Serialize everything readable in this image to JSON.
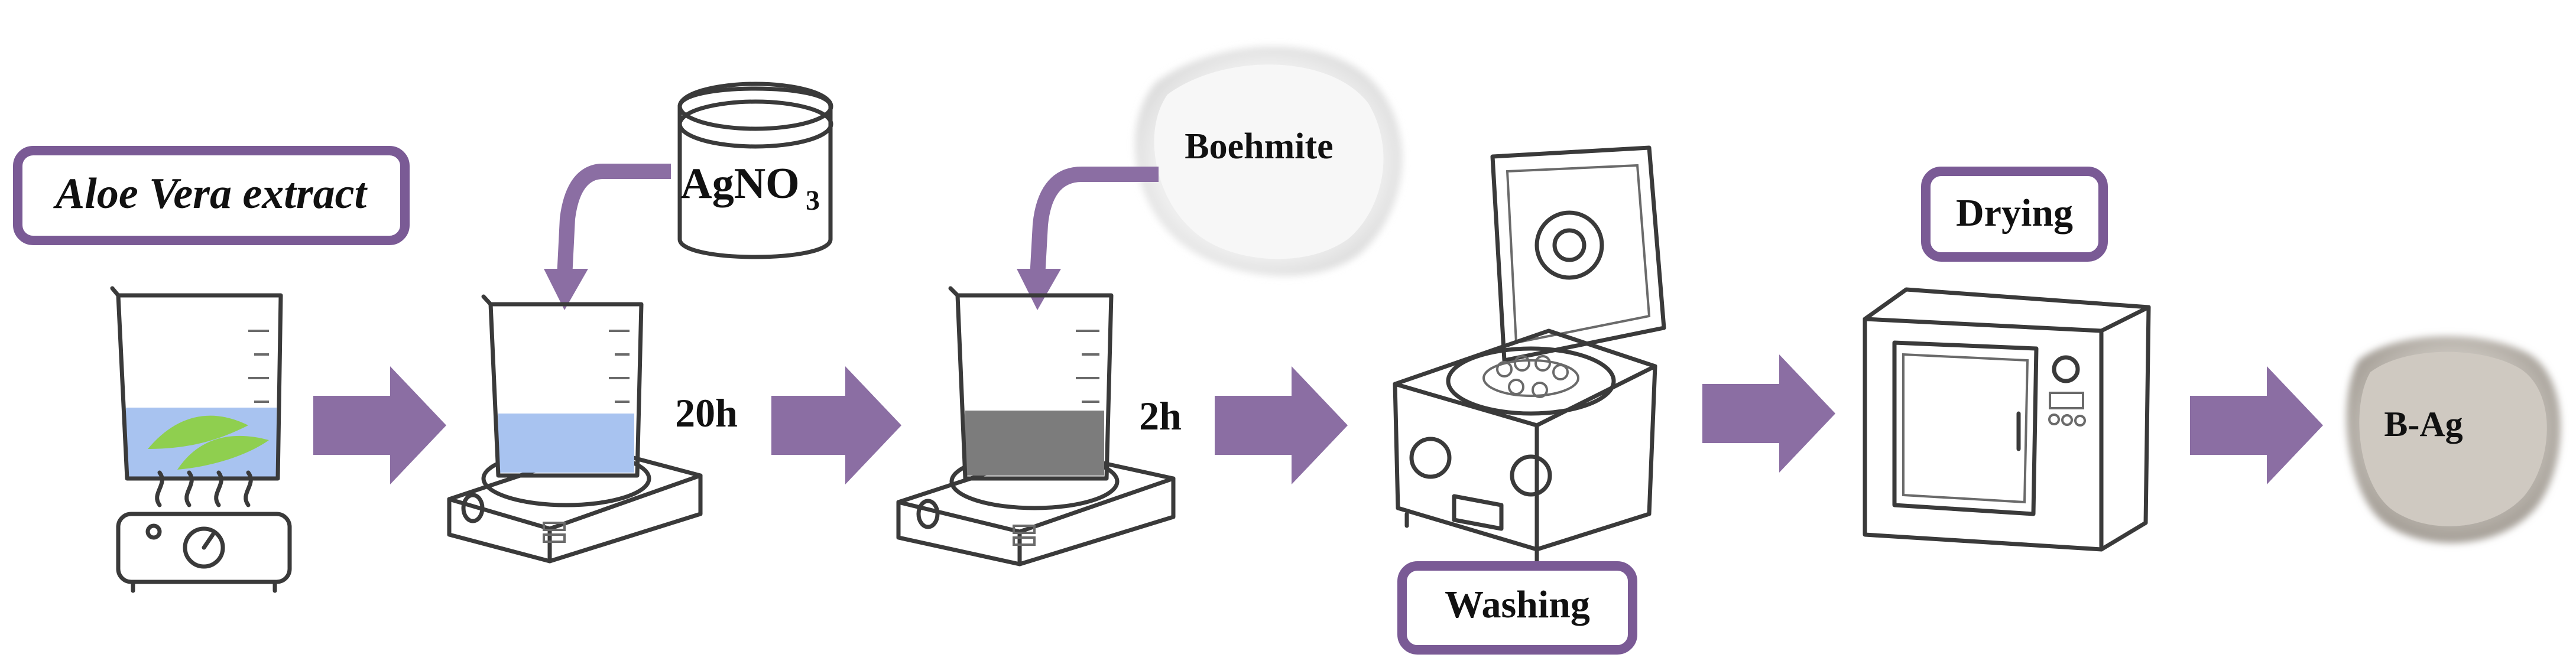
{
  "labels": {
    "aloe_vera": "Aloe Vera extract",
    "agno3_main": "AgNO",
    "agno3_sub": "3",
    "time_step1": "20h",
    "boehmite": "Boehmite",
    "time_step2": "2h",
    "washing": "Washing",
    "drying": "Drying",
    "product": "B-Ag"
  },
  "colors": {
    "arrow": "#8b6ea3",
    "box_border": "#7a5a95",
    "light_solution": "#a8c3f0",
    "dark_solution": "#7c7c7c",
    "aloe_leaf": "#8fcf4f"
  }
}
